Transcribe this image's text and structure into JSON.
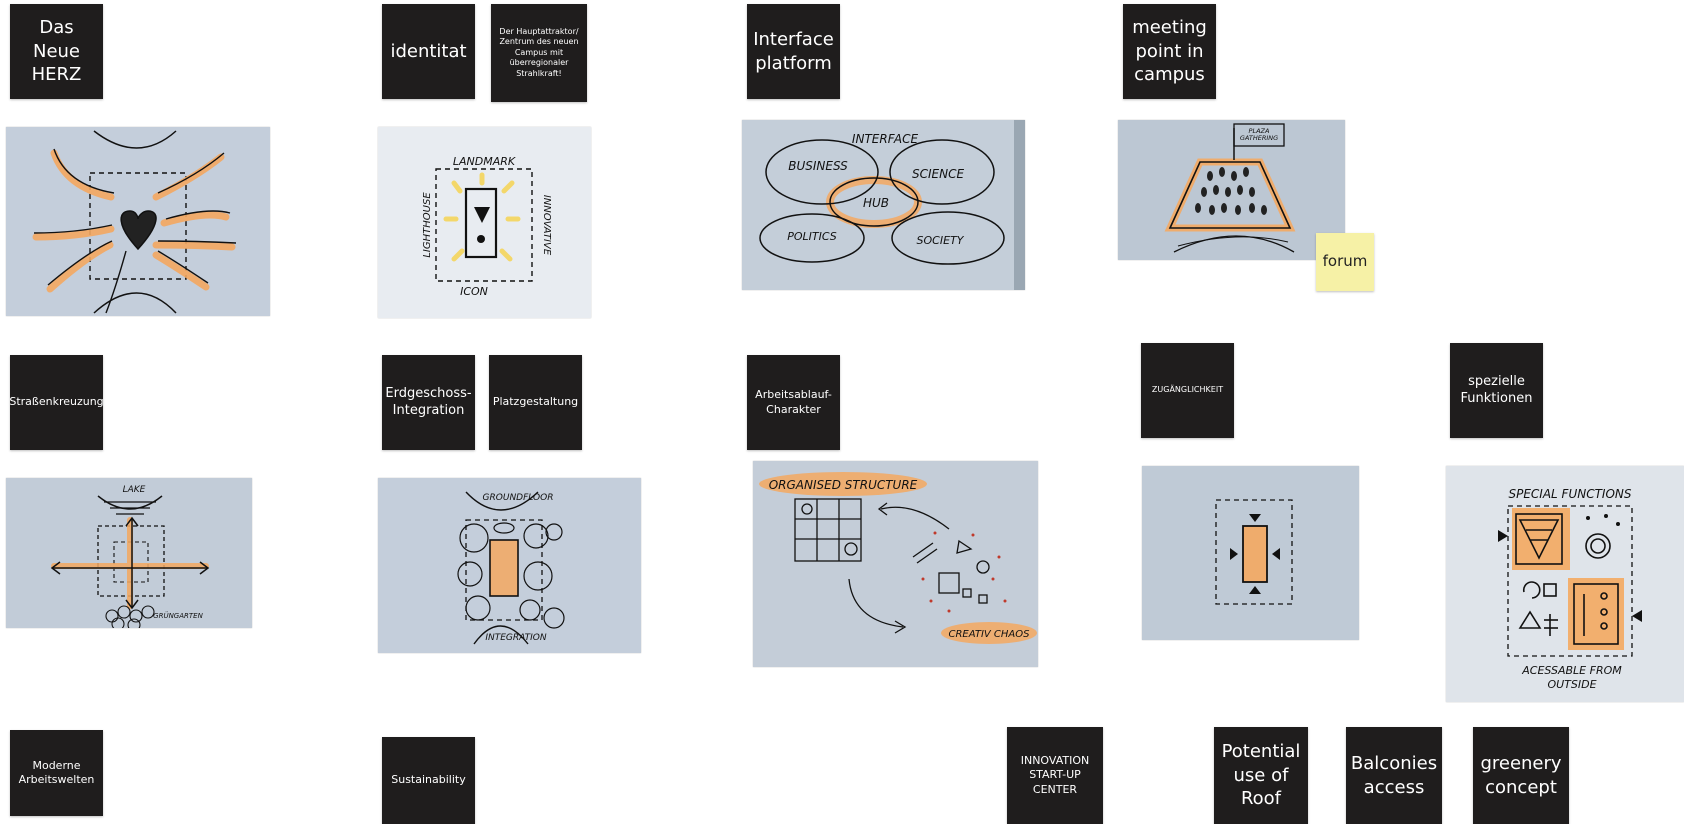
{
  "notes": {
    "das_neue_herz": "Das\nNeue\nHERZ",
    "identitat": "identitat",
    "hauptattraktor": "Der Hauptattraktor/\nZentrum des neuen\nCampus mit\nüberregionaler\nStrahlkraft!",
    "interface_platform": "Interface\nplatform",
    "meeting_point": "meeting\npoint in\ncampus",
    "forum": "forum",
    "strassenkreuzung": "Straßenkreuzung",
    "erdgeschoss": "Erdgeschoss-\nIntegration",
    "platzgestaltung": "Platzgestaltung",
    "arbeitsablauf": "Arbeitsablauf-\nCharakter",
    "zuganglichkeit": "ZUGÄNGLICHKEIT",
    "spezielle": "spezielle\nFunktionen",
    "moderne": "Moderne\nArbeitswelten",
    "sustainability": "Sustainability",
    "innovation": "INNOVATION\nSTART-UP\nCENTER",
    "roof": "Potential\nuse of\nRoof",
    "balconies": "Balconies\naccess",
    "greenery": "greenery\nconcept"
  },
  "sketches": {
    "identity": {
      "top": "LANDMARK",
      "left": "LIGHTHOUSE",
      "right": "INNOVATIVE",
      "bottom": "ICON"
    },
    "interface": {
      "title": "INTERFACE",
      "c1": "BUSINESS",
      "c2": "SCIENCE",
      "hub": "HUB",
      "c3": "POLITICS",
      "c4": "SOCIETY"
    },
    "meeting": {
      "flag": "PLAZA\nGATHERING"
    },
    "crossing": {
      "top": "LAKE",
      "bottom": "GRÜNGARTEN"
    },
    "groundfloor": {
      "top": "GROUNDFLOOR",
      "bottom": "INTEGRATION"
    },
    "workflow": {
      "top": "ORGANISED STRUCTURE",
      "bottom": "CREATIV CHAOS"
    },
    "special": {
      "top": "SPECIAL FUNCTIONS",
      "bottom1": "ACESSABLE FROM",
      "bottom2": "OUTSIDE"
    }
  },
  "colors": {
    "note_bg": "#1f1d1d",
    "sticky_yellow": "#f6f1a6",
    "paper_blue": "#bfcad6",
    "highlight_orange": "#f4a860",
    "ink": "#111111"
  }
}
